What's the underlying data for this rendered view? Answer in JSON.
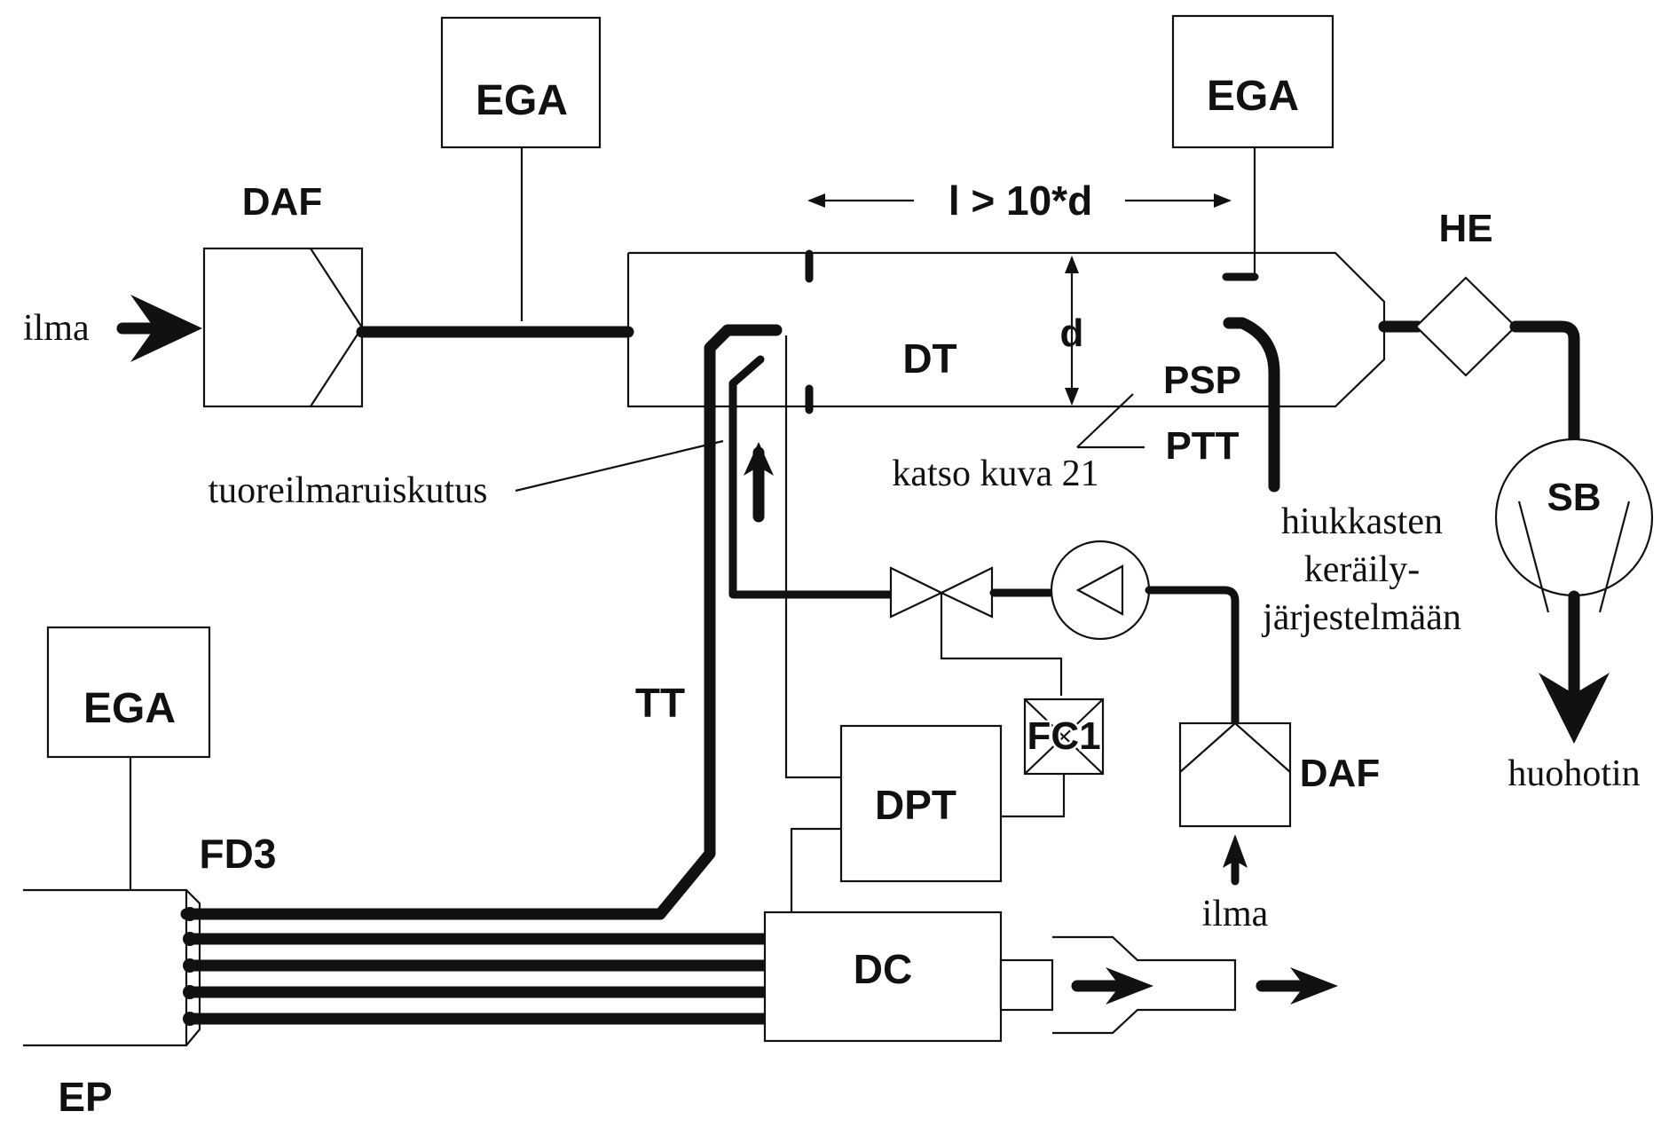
{
  "labels": {
    "ega_top_left": "EGA",
    "ega_top_right": "EGA",
    "ega_bottom_left": "EGA",
    "daf_left": "DAF",
    "daf_right": "DAF",
    "ilma_left": "ilma",
    "ilma_bottom": "ilma",
    "length_rule": "l > 10*d",
    "he": "HE",
    "dt": "DT",
    "d": "d",
    "psp": "PSP",
    "ptt": "PTT",
    "katso": "katso kuva 21",
    "tuoreilma": "tuoreilmaruiskutus",
    "hiukkasten_1": "hiukkasten",
    "hiukkasten_2": "keräily-",
    "hiukkasten_3": "järjestelmään",
    "sb": "SB",
    "huohotin": "huohotin",
    "tt": "TT",
    "fc1": "FC1",
    "dpt": "DPT",
    "fd3": "FD3",
    "dc": "DC",
    "ep": "EP"
  }
}
